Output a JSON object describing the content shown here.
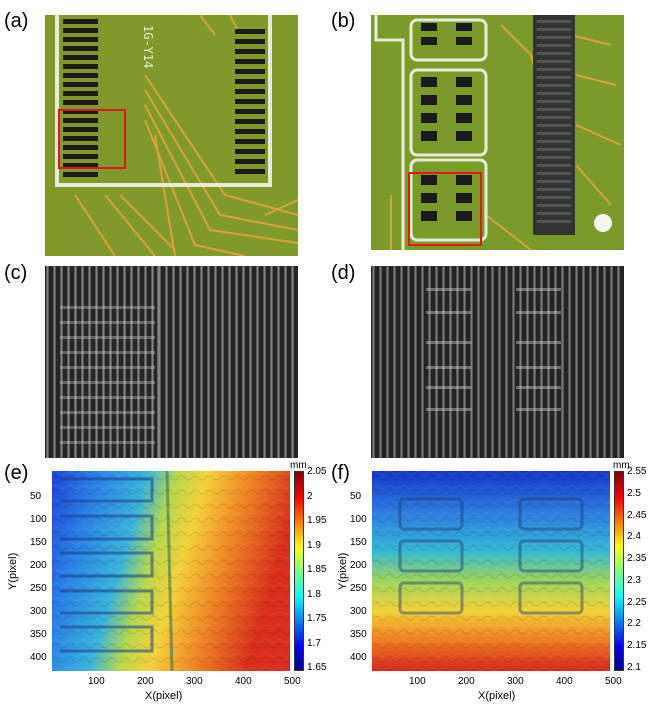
{
  "panels": {
    "a": {
      "label": "(a)",
      "board_text": "1G-Y14"
    },
    "b": {
      "label": "(b)"
    },
    "c": {
      "label": "(c)"
    },
    "d": {
      "label": "(d)"
    },
    "e": {
      "label": "(e)",
      "xlabel": "X(pixel)",
      "ylabel": "Y(pixel)",
      "xticks": [
        "100",
        "200",
        "300",
        "400",
        "500"
      ],
      "yticks": [
        "50",
        "100",
        "150",
        "200",
        "250",
        "300",
        "350",
        "400"
      ],
      "colorbar_unit": "mm",
      "colorbar_ticks": [
        "2.05",
        "2",
        "1.95",
        "1.9",
        "1.85",
        "1.8",
        "1.75",
        "1.7",
        "1.65"
      ],
      "colormap": "jet"
    },
    "f": {
      "label": "(f)",
      "xlabel": "X(pixel)",
      "ylabel": "Y(pixel)",
      "xticks": [
        "100",
        "200",
        "300",
        "400",
        "500"
      ],
      "yticks": [
        "50",
        "100",
        "150",
        "200",
        "250",
        "300",
        "350",
        "400"
      ],
      "colorbar_unit": "mm",
      "colorbar_ticks": [
        "2.55",
        "2.5",
        "2.45",
        "2.4",
        "2.35",
        "2.3",
        "2.25",
        "2.2",
        "2.15",
        "2.1"
      ],
      "colormap": "jet"
    }
  },
  "colors": {
    "pcb_green": "#7f9a2b",
    "trace_copper": "#d9a23c",
    "silkscreen": "#e6ecd8",
    "pad_black": "#1b1b1b",
    "highlight_box": "#e01818"
  }
}
